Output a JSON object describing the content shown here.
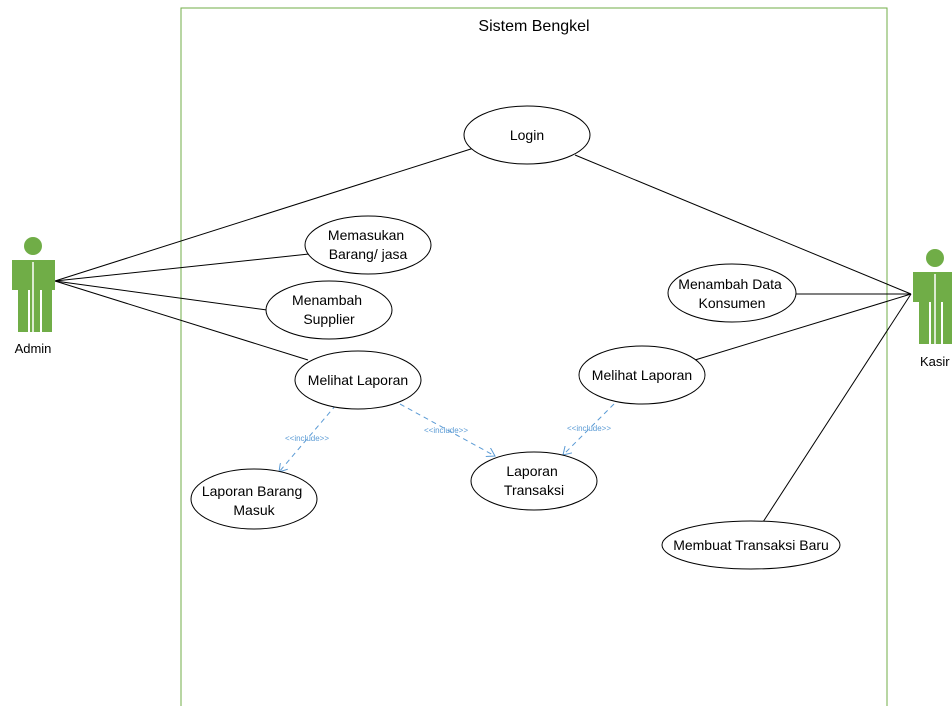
{
  "system": {
    "title": "Sistem Bengkel"
  },
  "actors": {
    "admin": {
      "label": "Admin"
    },
    "kasir": {
      "label": "Kasir"
    }
  },
  "use_cases": {
    "login": [
      "Login"
    ],
    "memasukan": [
      "Memasukan",
      "Barang/ jasa"
    ],
    "menambah_supplier": [
      "Menambah",
      "Supplier"
    ],
    "melihat_laporan_admin": [
      "Melihat Laporan"
    ],
    "laporan_barang_masuk": [
      "Laporan Barang",
      "Masuk"
    ],
    "laporan_transaksi": [
      "Laporan",
      "Transaksi"
    ],
    "menambah_data_konsumen": [
      "Menambah Data",
      "Konsumen"
    ],
    "melihat_laporan_kasir": [
      "Melihat Laporan"
    ],
    "membuat_transaksi_baru": [
      "Membuat Transaksi Baru"
    ]
  },
  "include_label": "<<include>>",
  "colors": {
    "actor": "#70ad47",
    "boundary": "#70ad47",
    "line": "#000000",
    "include": "#5b9bd5"
  }
}
